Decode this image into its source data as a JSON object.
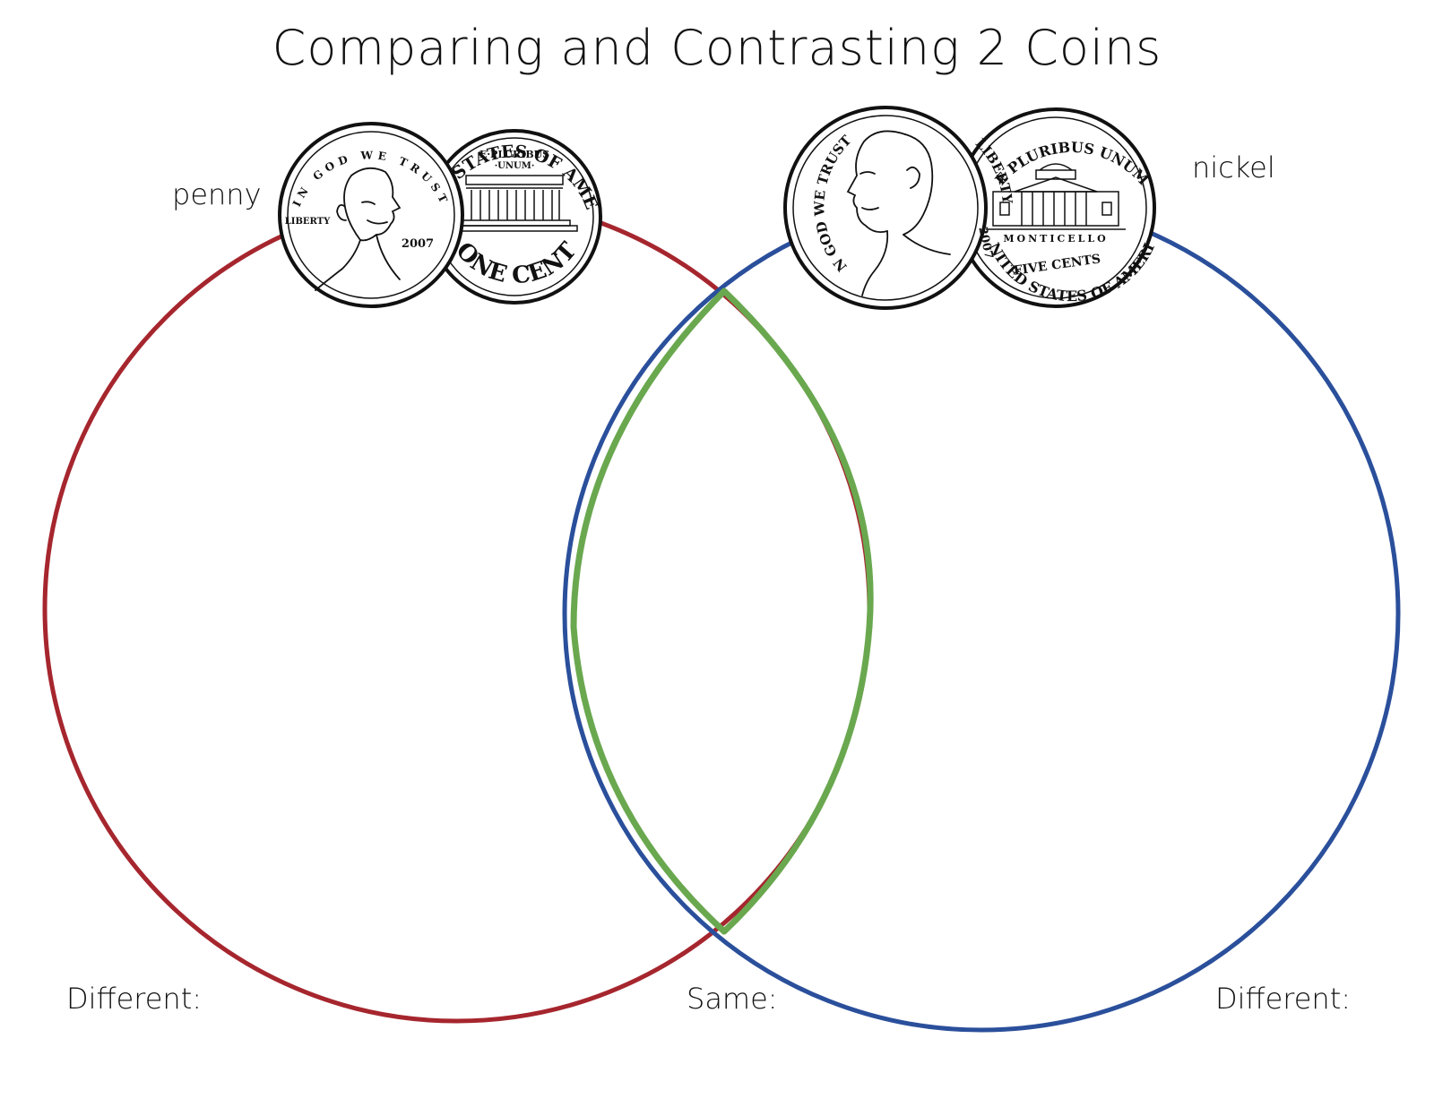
{
  "title": "Comparing and Contrasting 2 Coins",
  "labels": {
    "left_coin": "penny",
    "right_coin": "nickel",
    "left_section": "Different:",
    "middle_section": "Same:",
    "right_section": "Different:"
  },
  "colors": {
    "left_circle": "#a6262e",
    "right_circle": "#2a4f9b",
    "overlap": "#6aa84f"
  },
  "coins": {
    "penny_front": {
      "motto": "IN GOD WE TRUST",
      "word": "LIBERTY",
      "year": "2007"
    },
    "penny_back": {
      "top": "UNITED STATES OF AMERICA",
      "motto_line1": "E·PLURIBUS",
      "motto_line2": "·UNUM·",
      "bottom": "ONE CENT"
    },
    "nickel_front": {
      "motto": "IN GOD WE TRUST",
      "word": "LIBERTY",
      "year": "2007"
    },
    "nickel_back": {
      "top": "E PLURIBUS UNUM",
      "building": "MONTICELLO",
      "value": "FIVE CENTS",
      "bottom": "UNITED STATES OF AMERICA"
    }
  }
}
